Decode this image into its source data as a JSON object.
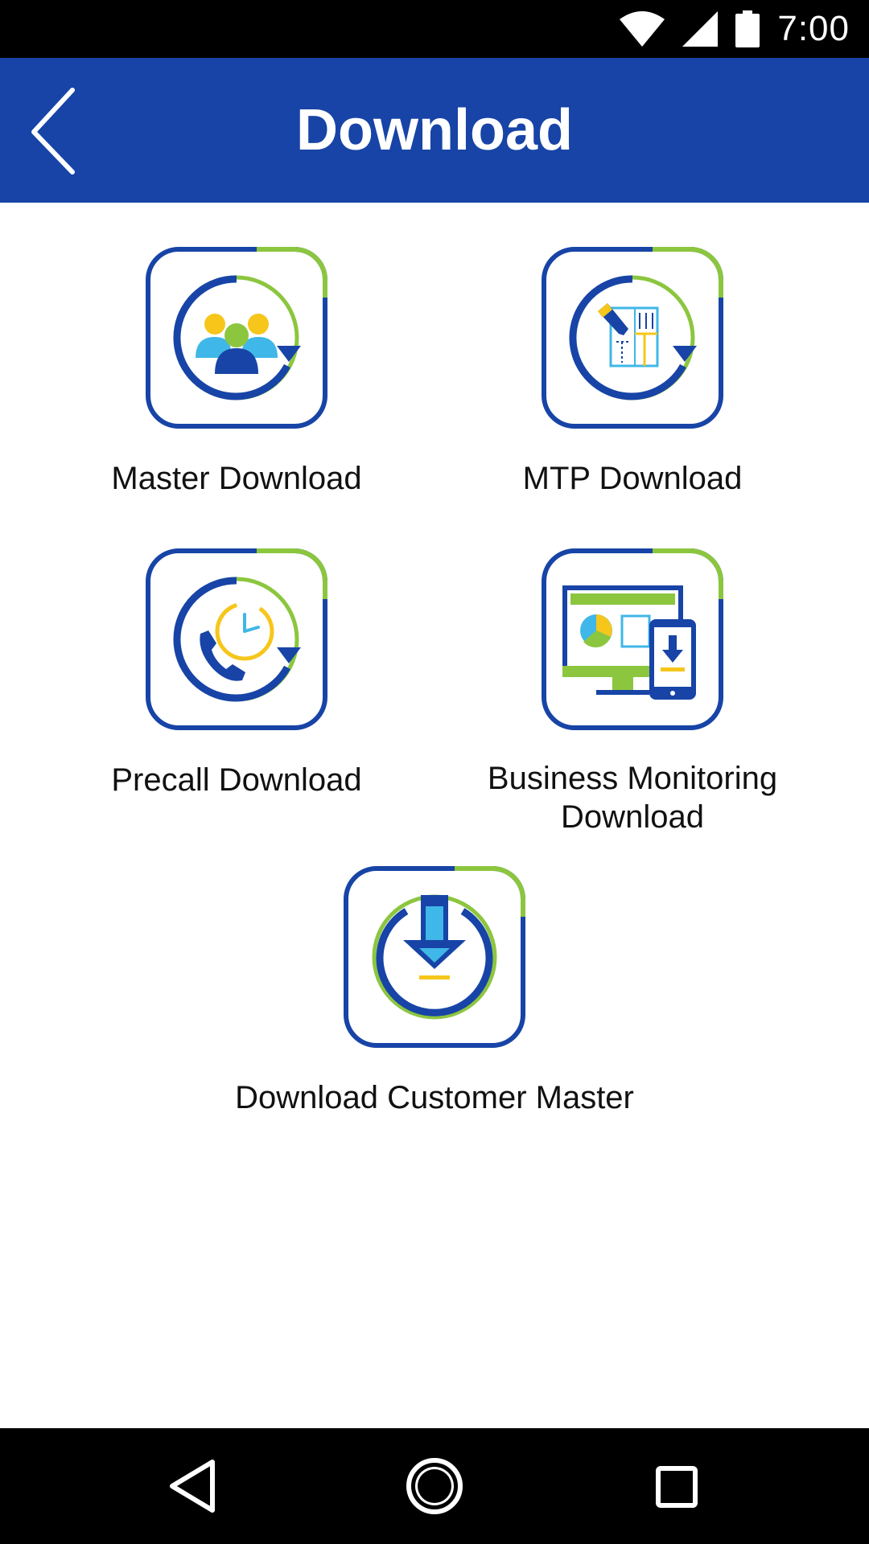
{
  "status_bar": {
    "time": "7:00",
    "icons": [
      "wifi-icon",
      "cell-signal-icon",
      "battery-icon"
    ]
  },
  "app_bar": {
    "title": "Download",
    "back_icon": "chevron-left-icon"
  },
  "tiles": [
    {
      "label": "Master Download",
      "icon": "users-sync-icon"
    },
    {
      "label": "MTP Download",
      "icon": "plan-sync-icon"
    },
    {
      "label": "Precall Download",
      "icon": "phone-clock-sync-icon"
    },
    {
      "label_line1": "Business Monitoring",
      "label_line2": "Download",
      "icon": "monitor-mobile-download-icon"
    },
    {
      "label": "Download Customer Master",
      "icon": "download-arrow-icon"
    }
  ],
  "nav_bar": {
    "icons": [
      "back-triangle-icon",
      "home-circle-icon",
      "recents-square-icon"
    ]
  },
  "colors": {
    "primary": "#1744a6",
    "accent_green": "#8cc63f",
    "light_blue": "#3fb7e8",
    "yellow": "#f6c61b"
  }
}
